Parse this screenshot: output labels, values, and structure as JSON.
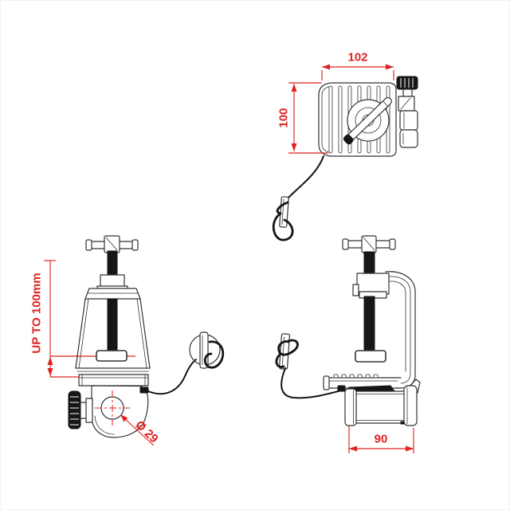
{
  "drawing": {
    "dimension_color": "#e02222",
    "line_color": "#333333"
  },
  "dimensions": {
    "top_width": "102",
    "top_depth": "100",
    "clamp_opening": "UP TO 100mm",
    "tube_diameter": "Ø 29",
    "base_length": "90"
  }
}
